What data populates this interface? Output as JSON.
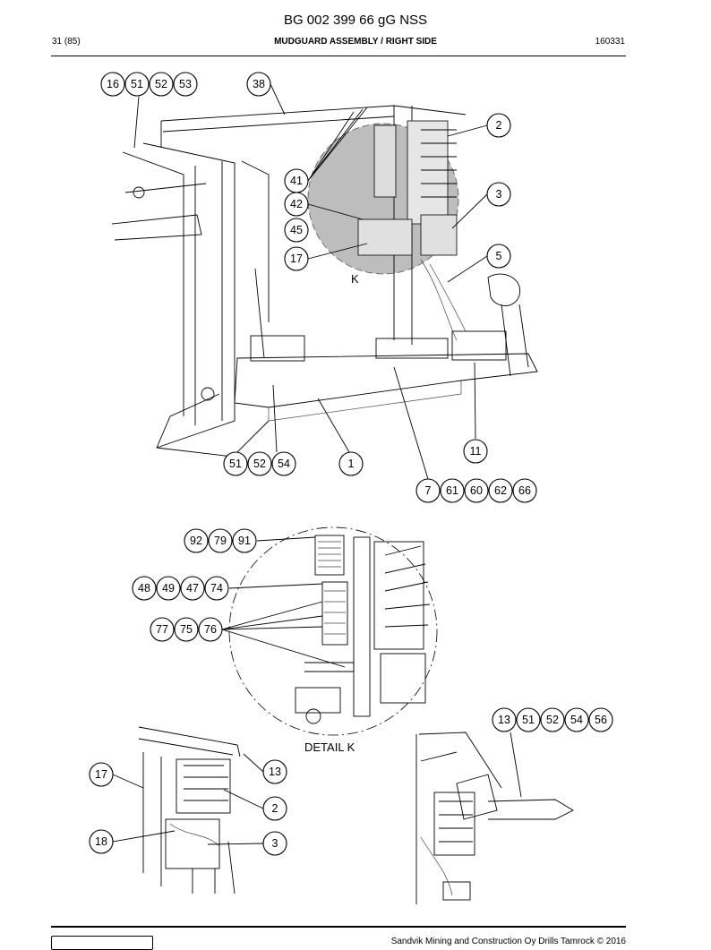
{
  "header": {
    "doc_id": "BG 002 399 66 gG NSS",
    "page": "31 (85)",
    "title": "MUDGUARD ASSEMBLY / RIGHT SIDE",
    "code": "160331"
  },
  "labels": {
    "k": "K",
    "detail": "DETAIL K"
  },
  "callouts": {
    "c16": "16",
    "c51a": "51",
    "c52a": "52",
    "c53": "53",
    "c38": "38",
    "c2a": "2",
    "c3a": "3",
    "c5": "5",
    "c41": "41",
    "c42": "42",
    "c45": "45",
    "c17a": "17",
    "c11": "11",
    "c51b": "51",
    "c52b": "52",
    "c54a": "54",
    "c1": "1",
    "c7": "7",
    "c61": "61",
    "c60": "60",
    "c62": "62",
    "c66": "66",
    "c92": "92",
    "c79": "79",
    "c91": "91",
    "c48": "48",
    "c49": "49",
    "c47": "47",
    "c74": "74",
    "c77": "77",
    "c75": "75",
    "c76": "76",
    "c13a": "13",
    "c51c": "51",
    "c52c": "52",
    "c54b": "54",
    "c56": "56",
    "c17b": "17",
    "c13b": "13",
    "c2b": "2",
    "c18": "18",
    "c3b": "3"
  },
  "footer": {
    "copyright": "Sandvik Mining and Construction Oy Drills Tamrock © 2016"
  }
}
